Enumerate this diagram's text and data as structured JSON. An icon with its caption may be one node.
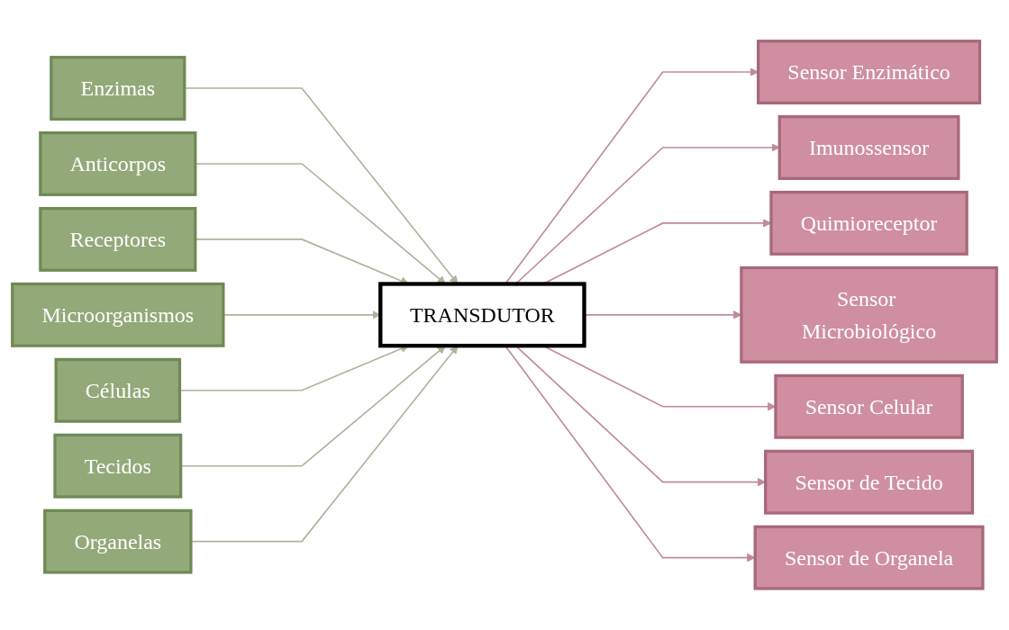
{
  "diagram": {
    "nodes": [
      {
        "text": [
          "Enzimas"
        ]
      },
      {
        "text": [
          "Anticorpos"
        ]
      },
      {
        "text": [
          "Receptores"
        ]
      },
      {
        "text": [
          "Microorganismos"
        ]
      },
      {
        "text": [
          "Células"
        ]
      },
      {
        "text": [
          "Tecidos"
        ]
      },
      {
        "text": [
          "Organelas"
        ]
      },
      {
        "text": [
          "TRANSDUTOR"
        ]
      },
      {
        "text": [
          "Sensor Enzimático"
        ]
      },
      {
        "text": [
          "Imunossensor"
        ]
      },
      {
        "text": [
          "Quimioreceptor"
        ]
      },
      {
        "text": [
          "Sensor Microbiológico"
        ]
      },
      {
        "text": [
          "Sensor Celular"
        ]
      },
      {
        "text": [
          "Sensor de Tecido"
        ]
      },
      {
        "text": [
          "Sensor de Organela"
        ]
      }
    ],
    "edges": [
      {
        "from": 0,
        "to": 7,
        "arrow": "to",
        "color": "#a9b59a"
      },
      {
        "from": 1,
        "to": 7,
        "arrow": "to",
        "color": "#a9b59a"
      },
      {
        "from": 2,
        "to": 7,
        "arrow": "to",
        "color": "#a9b59a"
      },
      {
        "from": 3,
        "to": 7,
        "arrow": "to",
        "color": "#a9b59a"
      },
      {
        "from": 4,
        "to": 7,
        "arrow": "to",
        "color": "#a9b59a"
      },
      {
        "from": 5,
        "to": 7,
        "arrow": "to",
        "color": "#a9b59a"
      },
      {
        "from": 6,
        "to": 7,
        "arrow": "to",
        "color": "#a9b59a"
      },
      {
        "from": 7,
        "to": 8,
        "arrow": "to",
        "color": "#c08a9a"
      },
      {
        "from": 7,
        "to": 9,
        "arrow": "to",
        "color": "#c08a9a"
      },
      {
        "from": 7,
        "to": 10,
        "arrow": "to",
        "color": "#c08a9a"
      },
      {
        "from": 7,
        "to": 11,
        "arrow": "to",
        "color": "#c08a9a"
      },
      {
        "from": 7,
        "to": 12,
        "arrow": "to",
        "color": "#c08a9a"
      },
      {
        "from": 7,
        "to": 13,
        "arrow": "to",
        "color": "#c08a9a"
      },
      {
        "from": 7,
        "to": 14,
        "arrow": "to",
        "color": "#c08a9a"
      }
    ]
  }
}
